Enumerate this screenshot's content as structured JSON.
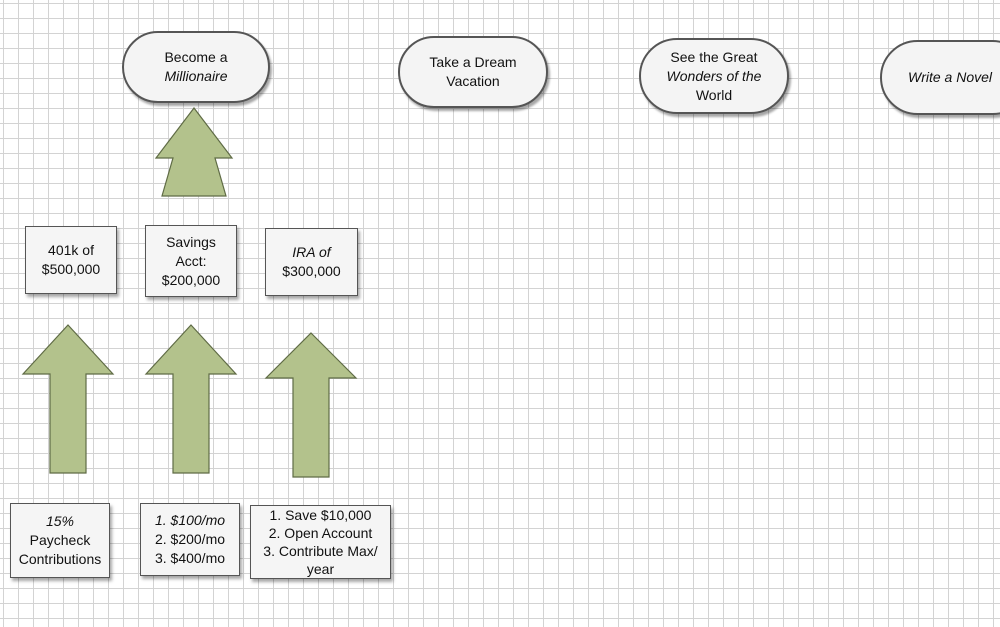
{
  "goals": [
    {
      "line1": "Become a",
      "line2": "Millionaire"
    },
    {
      "line1": "Take a Dream",
      "line2": "Vacation"
    },
    {
      "line1": "See the Great",
      "line2": "Wonders of the",
      "line3": "World"
    },
    {
      "line1": "Write a Novel"
    }
  ],
  "milestones": [
    {
      "line1": "401k of",
      "line2": "$500,000"
    },
    {
      "line1": "Savings",
      "line2": "Acct:",
      "line3": "$200,000"
    },
    {
      "line1": "IRA of",
      "line2": "$300,000"
    }
  ],
  "actions": [
    {
      "line1": "15%",
      "line2": "Paycheck",
      "line3": "Contributions"
    },
    {
      "line1": "1. $100/mo",
      "line2": "2. $200/mo",
      "line3": "3. $400/mo"
    },
    {
      "line1": "1. Save $10,000",
      "line2": "2. Open Account",
      "line3": "3. Contribute Max/",
      "line4": "year"
    }
  ],
  "colors": {
    "arrow_fill": "#b3c28c",
    "arrow_stroke": "#5f6b45",
    "grid": "#d3d3d3"
  }
}
